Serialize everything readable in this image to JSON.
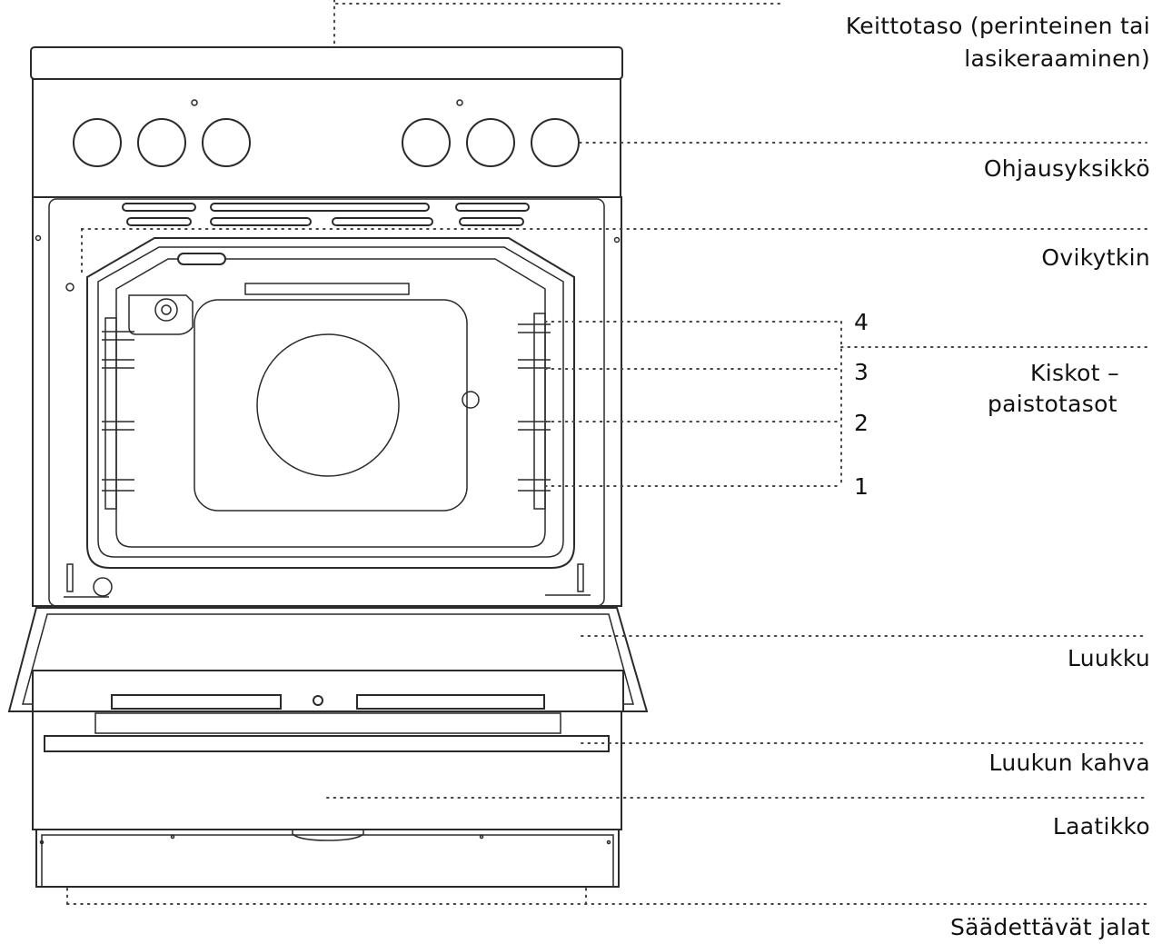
{
  "labels": {
    "cooktop_line1": "Keittotaso (perinteinen tai",
    "cooktop_line2": "lasikeraaminen)",
    "control_unit": "Ohjausyksikkö",
    "door_switch": "Ovikytkin",
    "rails_line1": "Kiskot –",
    "rails_line2": "paistotasot",
    "door": "Luukku",
    "door_handle": "Luukun kahva",
    "drawer": "Laatikko",
    "adjustable_feet": "Säädettävät jalat"
  },
  "rail_levels": [
    "4",
    "3",
    "2",
    "1"
  ]
}
